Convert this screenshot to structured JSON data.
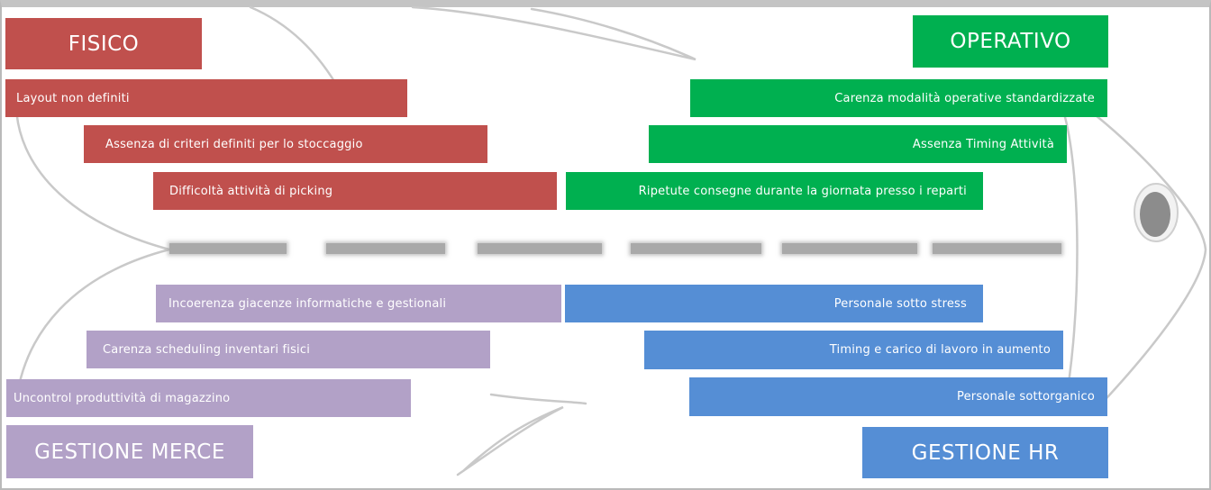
{
  "categories": {
    "fisico": {
      "title": "FISICO",
      "color": "#c0504d",
      "causes": [
        "Layout non definiti",
        "Assenza  di criteri definiti per lo stoccaggio",
        "Difficoltà attività di picking"
      ]
    },
    "operativo": {
      "title": "OPERATIVO",
      "color": "#00b050",
      "causes": [
        "Carenza modalità operative standardizzate",
        "Assenza Timing Attività",
        "Ripetute consegne durante la giornata presso i reparti"
      ]
    },
    "gestione_merce": {
      "title": "GESTIONE MERCE",
      "color": "#b2a1c7",
      "causes": [
        "Incoerenza giacenze informatiche e gestionali",
        "Carenza scheduling inventari fisici",
        "Uncontrol produttività di magazzino"
      ]
    },
    "gestione_hr": {
      "title": "GESTIONE HR",
      "color": "#558ed5",
      "causes": [
        "Personale sotto stress",
        "Timing e carico di lavoro in aumento",
        "Personale sottorganico"
      ]
    }
  }
}
